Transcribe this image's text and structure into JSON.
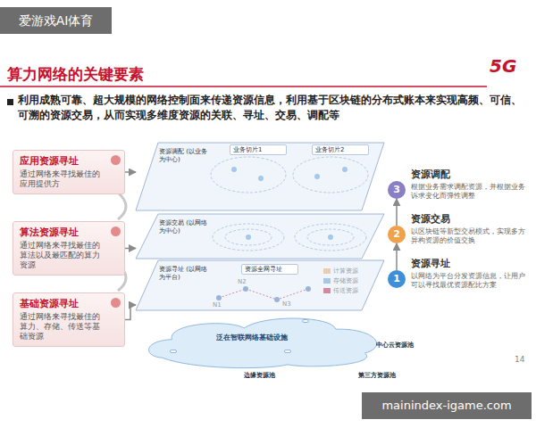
{
  "diagram": {
    "title": "算力网络的关键要素",
    "nodes": [
      {
        "text": [
          "应用资源寻址",
          "通过网络来寻找最佳的应用提供方"
        ]
      },
      {
        "text": [
          "算法资源寻址",
          "通过网络来寻找最佳的算法以及最匹配的算力资源"
        ]
      },
      {
        "text": [
          "基础资源寻址",
          "通过网络来寻找最佳的算力、存储、传送等基础资源"
        ]
      },
      {
        "text": [
          "资源调配 (以业务为中心)"
        ]
      },
      {
        "text": [
          "业务切片1"
        ],
        "in": 3
      },
      {
        "text": [
          "业务切片2"
        ],
        "in": 3
      },
      {
        "text": [
          "资源交易 (以网络为中心)"
        ]
      },
      {
        "text": [
          "资源寻址 (以网络为平台)"
        ]
      },
      {
        "text": [
          "资源全网寻址"
        ],
        "in": 7
      },
      {
        "text": [
          "泛在智联网络基础设施"
        ]
      },
      {
        "text": [
          "中心云资源池"
        ],
        "in": 9
      },
      {
        "text": [
          "边缘资源池"
        ],
        "in": 9
      },
      {
        "text": [
          "第三方资源池"
        ],
        "in": 9
      },
      {
        "text": [
          "3",
          "资源调配",
          "根据业务需求调配资源，并根据业务诉求变化而弹性调整"
        ]
      },
      {
        "text": [
          "2",
          "资源交易",
          "以区块链等新型交易模式，实现多方异构资源的价值交换"
        ]
      },
      {
        "text": [
          "1",
          "资源寻址",
          "以网络为平台分发资源信息，让用户可以寻找最优资源配比方案"
        ]
      }
    ],
    "edges": [
      {
        "from": 0,
        "to": 3,
        "arrow": "to"
      },
      {
        "from": 1,
        "to": 6,
        "arrow": "to"
      },
      {
        "from": 2,
        "to": 7,
        "arrow": "to"
      },
      {
        "from": 15,
        "to": 14,
        "arrow": "to"
      },
      {
        "from": 14,
        "to": 13,
        "arrow": "to"
      }
    ],
    "labels": [
      "爱游戏AI体育",
      "5G",
      "利用成熟可靠、超大规模的网络控制面来传递资源信息，利用基于区块链的分布式账本来实现高频、可信、可溯的资源交易，从而实现多维度资源的关联、寻址、交易、调配等",
      "N1",
      "N2",
      "N3",
      "14",
      "mainindex-igame.com"
    ],
    "legend": [
      {
        "text": "计算资源",
        "color": "#f2a65a"
      },
      {
        "text": "存储资源",
        "color": "#5b9bd5"
      },
      {
        "text": "传送资源",
        "color": "#c4122f"
      }
    ]
  }
}
